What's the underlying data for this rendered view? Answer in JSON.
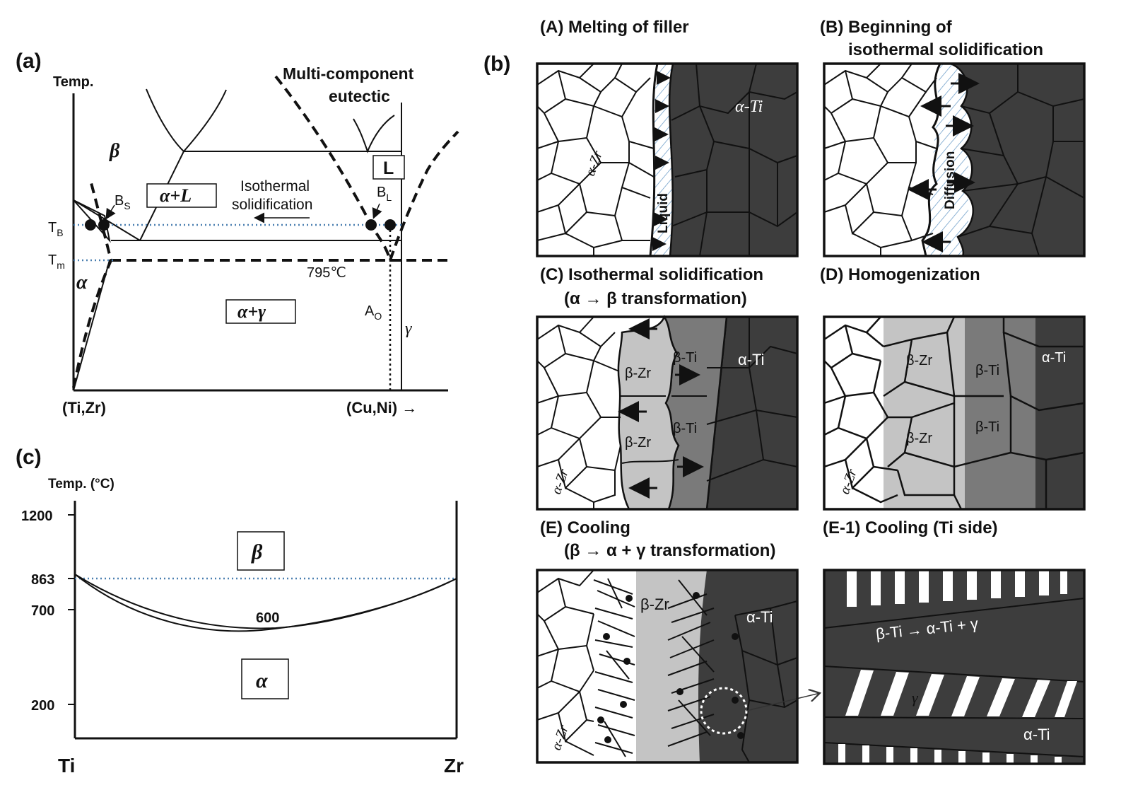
{
  "panel_a": {
    "label": "(a)",
    "y_axis": "Temp.",
    "x_left": "(Ti,Zr)",
    "x_right": "(Cu,Ni) →",
    "eutectic_label": [
      "Multi-component",
      "eutectic"
    ],
    "beta": "β",
    "alpha": "α",
    "gamma": "γ",
    "alpha_plus_L": "α+L",
    "L": "L",
    "alpha_plus_gamma": "α+γ",
    "isothermal": [
      "Isothermal",
      "solidification"
    ],
    "bs": "B",
    "bs_sub": "S",
    "bl": "B",
    "bl_sub": "L",
    "tb": "T",
    "tb_sub": "B",
    "tm": "T",
    "tm_sub": "m",
    "ao": "A",
    "ao_sub": "O",
    "temp_795": "795℃"
  },
  "panel_b": {
    "label": "(b)",
    "A_title": "(A) Melting of filler",
    "B_title": [
      "(B) Beginning of",
      "isothermal solidification"
    ],
    "C_title": [
      "(C) Isothermal solidification",
      "(α → β transformation)"
    ],
    "D_title": "(D) Homogenization",
    "E_title": [
      "(E) Cooling",
      "(β → α + γ transformation)"
    ],
    "E1_title": "(E-1) Cooling (Ti side)",
    "alpha_ti": "α-Ti",
    "alpha_zr": "α-Zr",
    "beta_zr": "β-Zr",
    "beta_ti": "β-Ti",
    "liquid": "Liquid",
    "diffusion": "Diffusion",
    "gamma": "γ",
    "transform": "β-Ti → α-Ti + γ"
  },
  "panel_c": {
    "label": "(c)",
    "y_axis": "Temp. (°C)",
    "ticks": [
      "1200",
      "863",
      "700",
      "200"
    ],
    "x_left": "Ti",
    "x_right": "Zr",
    "beta": "β",
    "alpha": "α",
    "min_label": "600"
  },
  "colors": {
    "dark_grain": "#3d3d3d",
    "medium_grain": "#7a7a7a",
    "light_grain": "#c4c4c4",
    "dotted_line": "#4a7fb0"
  }
}
